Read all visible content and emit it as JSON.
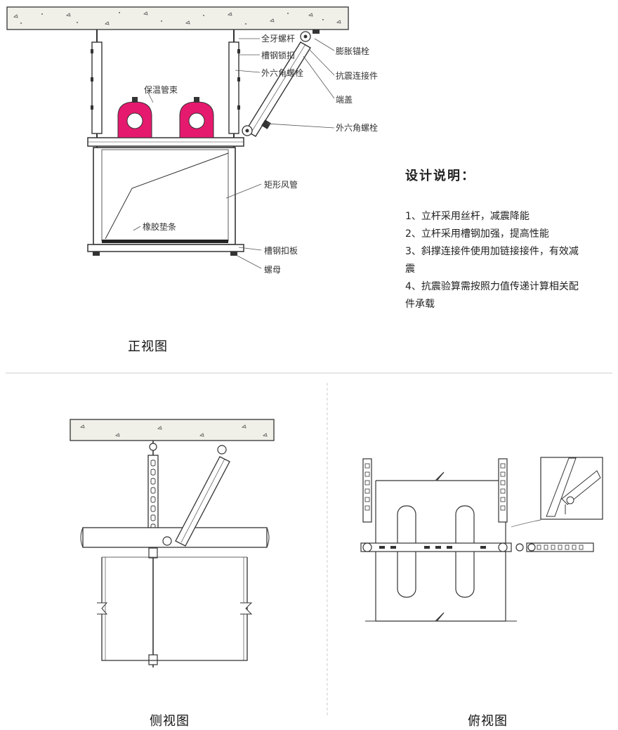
{
  "front_view": {
    "title": "正视图",
    "labels": {
      "full_thread_rod": "全牙螺杆",
      "expansion_anchor": "膨胀锚栓",
      "channel_lock": "槽钢锁扣",
      "seismic_connector": "抗震连接件",
      "hex_bolt_top": "外六角螺栓",
      "insulated_clamp": "保温管束",
      "end_cap": "端盖",
      "hex_bolt_bottom": "外六角螺栓",
      "rect_duct": "矩形风管",
      "rubber_strip": "橡胶垫条",
      "channel_plate": "槽钢扣板",
      "nut": "螺母"
    }
  },
  "design": {
    "title": "设计说明：",
    "notes": [
      "1、立杆采用丝杆，减震降能",
      "2、立杆采用槽钢加强，提高性能",
      "3、斜撑连接件使用加链接接件，有效减震",
      "4、抗震验算需按照力值传递计算相关配件承载"
    ]
  },
  "side_view": {
    "title": "侧视图"
  },
  "top_view": {
    "title": "俯视图"
  },
  "colors": {
    "clamp": "#e5196e",
    "line": "#333333",
    "concrete": "#f0efe8",
    "divider": "#cccccc"
  }
}
